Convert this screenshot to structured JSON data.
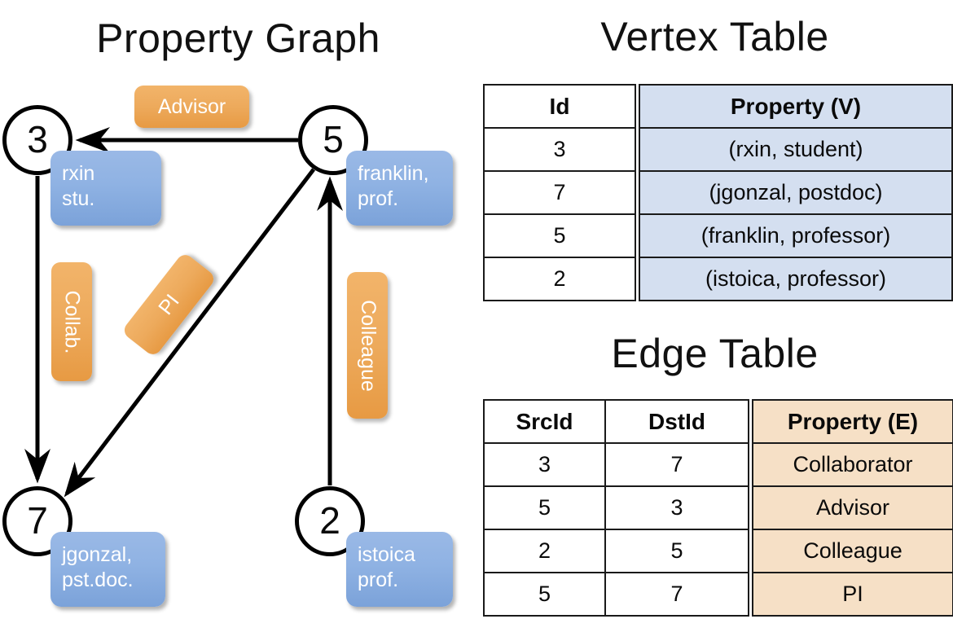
{
  "titles": {
    "property_graph": "Property Graph",
    "vertex_table": "Vertex Table",
    "edge_table": "Edge Table"
  },
  "colors": {
    "vertex_property_fill": "#d4dff0",
    "edge_property_fill": "#f6e0c6",
    "node_property_box": "#8fb2e3",
    "edge_label_box": "#eda95c",
    "stroke": "#000000",
    "background": "#ffffff"
  },
  "graph": {
    "nodes": [
      {
        "id": "3",
        "property_lines": [
          "rxin",
          "stu."
        ]
      },
      {
        "id": "5",
        "property_lines": [
          "franklin,",
          "prof."
        ]
      },
      {
        "id": "7",
        "property_lines": [
          "jgonzal,",
          "pst.doc."
        ]
      },
      {
        "id": "2",
        "property_lines": [
          "istoica",
          "prof."
        ]
      }
    ],
    "edge_labels": [
      {
        "name": "advisor",
        "text": "Advisor",
        "orientation": "horizontal"
      },
      {
        "name": "collab",
        "text": "Collab.",
        "orientation": "vertical"
      },
      {
        "name": "pi",
        "text": "PI",
        "orientation": "diagonal"
      },
      {
        "name": "colleague",
        "text": "Colleague",
        "orientation": "vertical"
      }
    ],
    "edges": [
      {
        "from": "5",
        "to": "3",
        "label": "Advisor"
      },
      {
        "from": "3",
        "to": "7",
        "label": "Collab."
      },
      {
        "from": "5",
        "to": "7",
        "label": "PI"
      },
      {
        "from": "2",
        "to": "5",
        "label": "Colleague"
      }
    ]
  },
  "vertex_table": {
    "headers": [
      "Id",
      "Property (V)"
    ],
    "rows": [
      {
        "id": "3",
        "property": "(rxin, student)"
      },
      {
        "id": "7",
        "property": "(jgonzal, postdoc)"
      },
      {
        "id": "5",
        "property": "(franklin, professor)"
      },
      {
        "id": "2",
        "property": "(istoica, professor)"
      }
    ]
  },
  "edge_table": {
    "headers": [
      "SrcId",
      "DstId",
      "Property (E)"
    ],
    "rows": [
      {
        "src": "3",
        "dst": "7",
        "property": "Collaborator"
      },
      {
        "src": "5",
        "dst": "3",
        "property": "Advisor"
      },
      {
        "src": "2",
        "dst": "5",
        "property": "Colleague"
      },
      {
        "src": "5",
        "dst": "7",
        "property": "PI"
      }
    ]
  }
}
